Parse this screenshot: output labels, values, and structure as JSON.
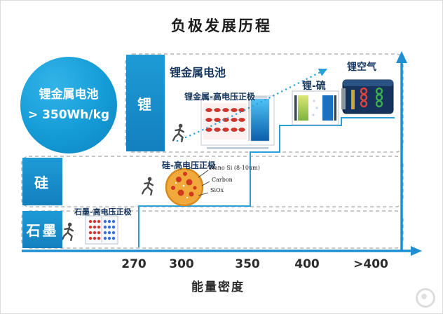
{
  "title": "负极发展历程",
  "bubble": {
    "line1": "锂金属电池",
    "line2": "> 350Wh/kg"
  },
  "levels": {
    "graphite": {
      "label": "石墨",
      "annotation": "石墨-高电压正极"
    },
    "silicon": {
      "label": "硅",
      "annotation": "硅-高电压正极"
    },
    "lithium": {
      "label": "锂",
      "heading": "锂金属电池",
      "annotation": "锂金属-高电压正极"
    }
  },
  "milestones": {
    "li_sulfur": "锂-硫",
    "li_air": "锂空气"
  },
  "silicon_callouts": [
    "Nano Si (8-10um)",
    "Carbon",
    "SiOx"
  ],
  "axis": {
    "ticks": [
      "270",
      "300",
      "350",
      "400",
      ">400"
    ],
    "label": "能量密度"
  },
  "icons": {
    "runner": "running-person-icon"
  },
  "colors": {
    "primary_blue": "#1793cf",
    "line_blue": "#2aa0da",
    "navy_text": "#17365d"
  }
}
